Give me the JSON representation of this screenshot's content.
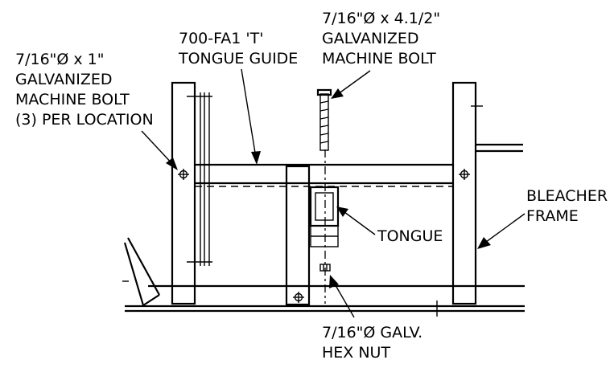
{
  "callouts": {
    "bolt_short": [
      "7/16\"Ø x 1\"",
      "GALVANIZED",
      "MACHINE BOLT",
      "(3) PER LOCATION"
    ],
    "tongue_guide": [
      "700-FA1 'T'",
      "TONGUE GUIDE"
    ],
    "bolt_long": [
      "7/16\"Ø x 4.1/2\"",
      "GALVANIZED",
      "MACHINE BOLT"
    ],
    "tongue": [
      "TONGUE"
    ],
    "bleacher_frame": [
      "BLEACHER",
      "FRAME"
    ],
    "hex_nut": [
      "7/16\"Ø GALV.",
      "HEX NUT"
    ]
  }
}
